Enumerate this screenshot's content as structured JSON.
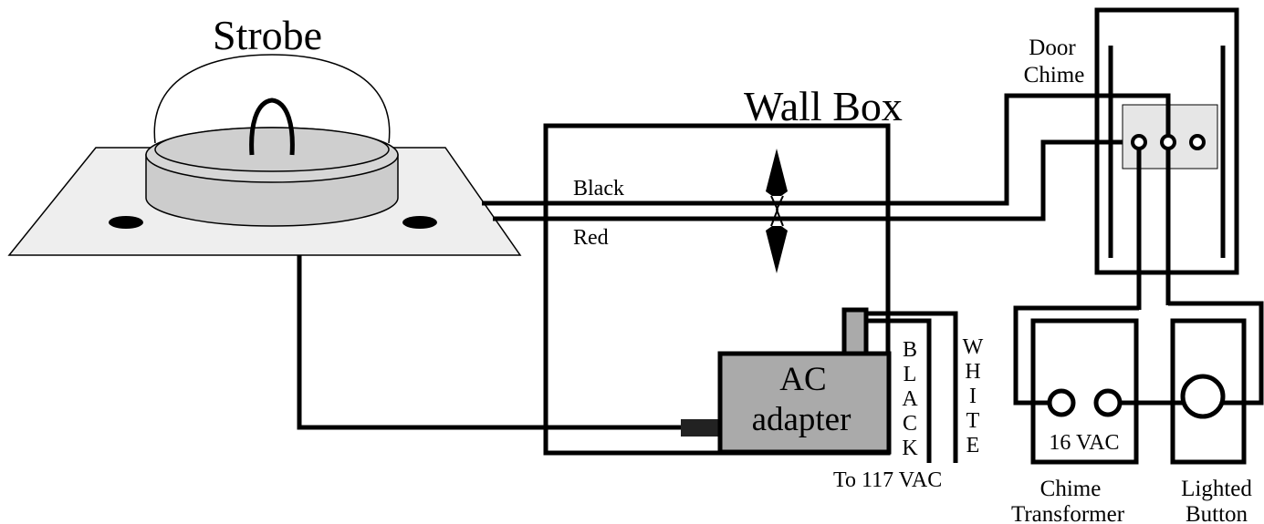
{
  "labels": {
    "strobe": "Strobe",
    "wall_box": "Wall Box",
    "door_chime_line1": "Door",
    "door_chime_line2": "Chime",
    "black_wire": "Black",
    "red_wire": "Red",
    "ac_adapter_line1": "AC",
    "ac_adapter_line2": "adapter",
    "black_vertical": [
      "B",
      "L",
      "A",
      "C",
      "K"
    ],
    "white_vertical": [
      "W",
      "H",
      "I",
      "T",
      "E"
    ],
    "to_117_vac": "To 117 VAC",
    "vac_16": "16 VAC",
    "chime_transformer_line1": "Chime",
    "chime_transformer_line2": "Transformer",
    "lighted_button_line1": "Lighted",
    "lighted_button_line2": "Button"
  },
  "colors": {
    "line": "#000000",
    "background": "#ffffff",
    "strobe_plate": "#eeeeee",
    "strobe_base": "#cccccc",
    "adapter": "#aaaaaa",
    "terminal_plate": "#e6e6e6"
  }
}
